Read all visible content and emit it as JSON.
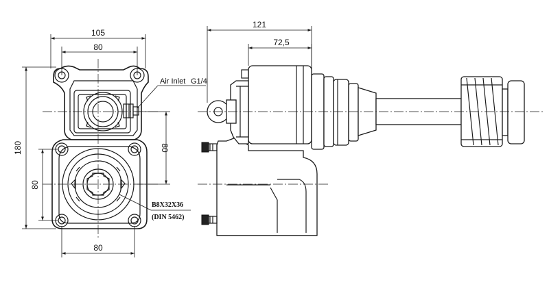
{
  "colors": {
    "line": "#1a1a1a",
    "background": "#ffffff",
    "fill_light": "#f2f2f2"
  },
  "front_view": {
    "dim_width_overall": "105",
    "dim_width_top_bolts": "80",
    "dim_height_overall": "180",
    "dim_vertical_right": "80",
    "dim_vertical_left": "80",
    "dim_width_bottom": "80"
  },
  "side_view": {
    "dim_length_overall": "121",
    "dim_length_partial": "72,5"
  },
  "labels": {
    "air_inlet": "Air Inlet",
    "air_inlet_thread": "G1/4",
    "spline_spec": "B8X32X36",
    "spline_standard": "(DIN 5462)"
  }
}
